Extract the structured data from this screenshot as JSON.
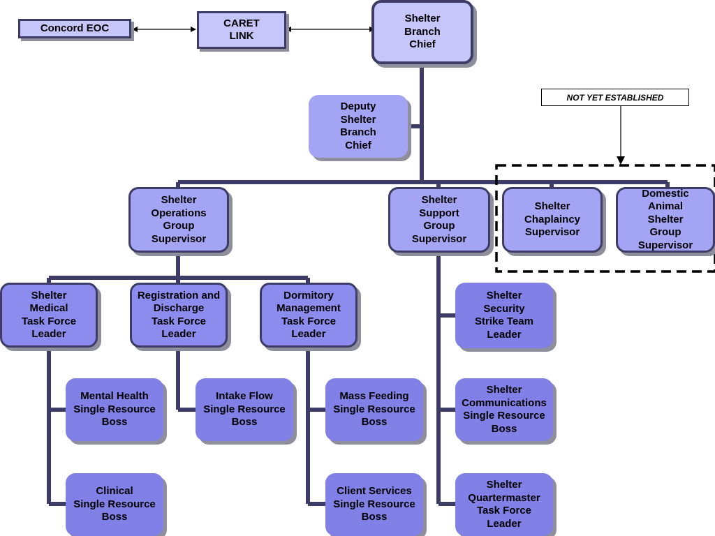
{
  "top": {
    "eoc": "Concord EOC",
    "caret": "CARET\nLINK",
    "chief": "Shelter\nBranch\nChief",
    "deputy": "Deputy\nShelter\nBranch\nChief"
  },
  "note": "NOT YET ESTABLISHED",
  "groups": {
    "operations": "Shelter\nOperations\nGroup\nSupervisor",
    "support": "Shelter\nSupport\nGroup\nSupervisor",
    "chaplaincy": "Shelter\nChaplaincy\nSupervisor",
    "domestic_animal": "Domestic\nAnimal\nShelter\nGroup\nSupervisor"
  },
  "task_forces": {
    "medical": "Shelter\nMedical\nTask Force\nLeader",
    "registration": "Registration and\nDischarge\nTask Force\nLeader",
    "dormitory": "Dormitory\nManagement\nTask Force\nLeader"
  },
  "resources": {
    "mental_health": "Mental Health\nSingle Resource\nBoss",
    "clinical": "Clinical\nSingle Resource\nBoss",
    "intake_flow": "Intake Flow\nSingle Resource\nBoss",
    "mass_feeding": "Mass Feeding\nSingle Resource\nBoss",
    "client_services": "Client Services\nSingle Resource\nBoss"
  },
  "support_units": {
    "security": "Shelter\nSecurity\nStrike Team\nLeader",
    "communications": "Shelter\nCommunications\nSingle Resource\nBoss",
    "quartermaster": "Shelter\nQuartermaster\nTask Force\nLeader"
  },
  "colors": {
    "line": "#3c3c66",
    "box_light": "#c6c6fb",
    "box_mid": "#a4a4f4",
    "box_dark": "#8080e6"
  }
}
